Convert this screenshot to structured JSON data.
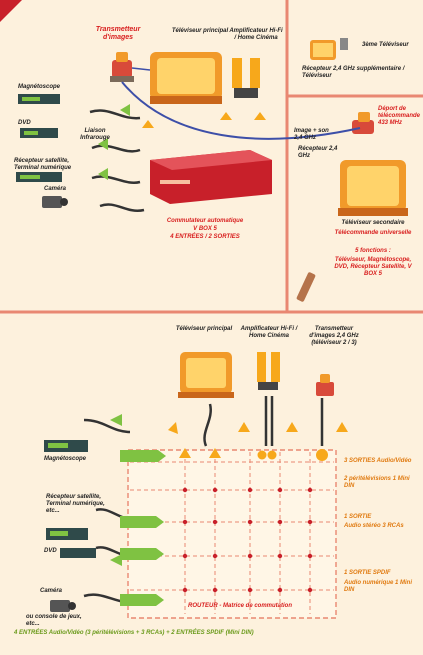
{
  "colors": {
    "background": "#fdf1dd",
    "red_line": "#e98872",
    "tv_body": "#f19a2a",
    "box_red": "#c8202a",
    "panel_green": "#7fc242",
    "accent_orange": "#f7a81b",
    "blue_cable": "#3d4fa8"
  },
  "top": {
    "transmitter": "Transmetteur d'images",
    "main_tv": "Téléviseur principal",
    "amplifier": "Amplificateur Hi-Fi / Home Cinéma",
    "third_tv": "3ème Téléviseur",
    "third_tv_sub": "Récepteur 2,4 GHz supplémentaire / Téléviseur",
    "remote_ext": "Déport de télécommande 433 MHz",
    "image_signal": "Image + son 2,4 GHz",
    "receiver_24": "Récepteur 2,4 GHz",
    "magnetoscope": "Magnétoscope",
    "dvd": "DVD",
    "satellite": "Récepteur satellite, Terminal numérique",
    "camera": "Caméra",
    "infrared": "Liaison Infrarouge",
    "box_line1": "Commutateur automatique",
    "box_line2": "V BOX 5",
    "box_line3": "4 ENTRÉES / 2 SORTIES",
    "second_tv": "Téléviseur secondaire",
    "universal_remote": "Télécommande universelle",
    "functions_title": "5 fonctions :",
    "functions_list": "Téléviseur, Magnétoscope, DVD, Récepteur Satellite, V BOX 5"
  },
  "bottom": {
    "main_tv": "Téléviseur principal",
    "amplifier": "Amplificateur Hi-Fi / Home Cinéma",
    "transmitter": "Transmetteur d'images 2,4 GHz (téléviseur 2 / 3)",
    "magnetoscope": "Magnétoscope",
    "satellite": "Récepteur satellite, Terminal numérique, etc...",
    "dvd": "DVD",
    "camera": "Caméra",
    "console": "ou console de jeux, etc...",
    "out_av_title": "3 SORTIES Audio/Vidéo",
    "out_av_sub": "2 péritélévisions 1 Mini DIN",
    "out_stereo_title": "1 SORTIE",
    "out_stereo_sub": "Audio stéréo 3 RCAs",
    "out_spdif_title": "1 SORTIE SPDIF",
    "out_spdif_sub": "Audio numérique 1 Mini DIN",
    "router": "ROUTEUR - Matrice de commutation",
    "inputs_footer": "4 ENTRÉES Audio/Vidéo (3 péritélévisions + 3 RCAs) + 2 ENTRÉES SPDIF (Mini DIN)"
  }
}
